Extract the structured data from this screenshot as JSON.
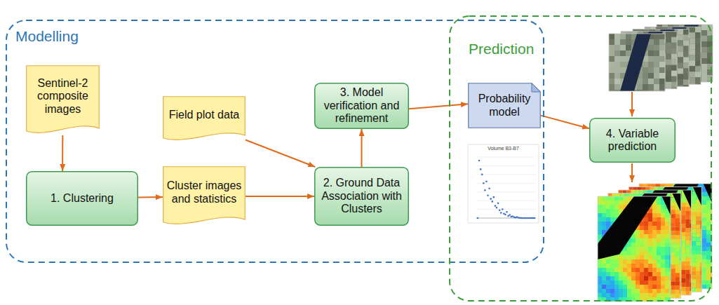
{
  "diagram": {
    "nodes": [
      {
        "text": [
          "Modelling"
        ]
      },
      {
        "text": [
          "Sentinel-2 composite images"
        ],
        "in": 0
      },
      {
        "text": [
          "1. Clustering"
        ],
        "in": 0
      },
      {
        "text": [
          "Field plot data"
        ],
        "in": 0
      },
      {
        "text": [
          "Cluster images and statistics"
        ],
        "in": 0
      },
      {
        "text": [
          "2. Ground Data Association with Clusters"
        ],
        "in": 0
      },
      {
        "text": [
          "3. Model verification and refinement"
        ],
        "in": 0
      },
      {
        "text": [
          "Prediction"
        ]
      },
      {
        "text": [
          "Probability model"
        ],
        "in": 7
      },
      {
        "text": [
          "4. Variable prediction"
        ],
        "in": 7
      }
    ],
    "edges": [
      {
        "from": 1,
        "to": 2,
        "arrow": "to"
      },
      {
        "from": 2,
        "to": 4,
        "arrow": "to"
      },
      {
        "from": 4,
        "to": 5,
        "arrow": "to"
      },
      {
        "from": 3,
        "to": 5,
        "arrow": "to"
      },
      {
        "from": 5,
        "to": 6,
        "arrow": "to"
      },
      {
        "from": 6,
        "to": 8,
        "arrow": "to"
      },
      {
        "from": 8,
        "to": 9,
        "arrow": "to"
      }
    ],
    "labels": [
      "Volume B3-B7"
    ]
  }
}
